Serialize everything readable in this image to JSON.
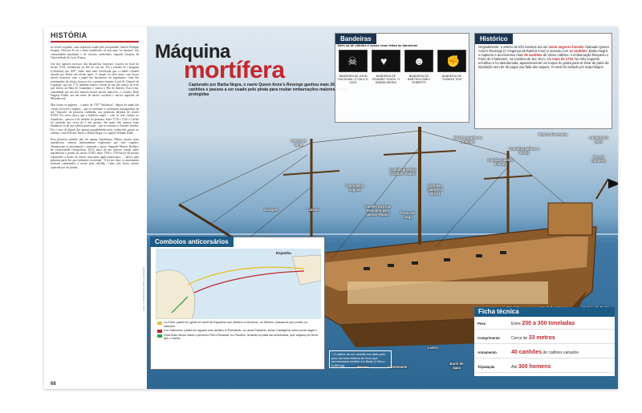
{
  "section": "HISTÓRIA",
  "page_number": "68",
  "side_credit": "texto: A. Sandra Maria Prado e ilustração",
  "column_paragraphs": [
    "no século seguinte, uma expressão usada pelo pesquisador francês Philippe Jacquin. Deixava de ser o mero banditismo no mar para \"se enraizar\" nas comunidades marítimas e de colonos caribenhos, segundo Jacquin, da Universidade de Lyon, França.",
    "Um dos maiores sucessos dos bucaneiros franceses ocorreu no final do século XVII, exatamente no fim de sua era. Foi a tomada de Cartagena (Colômbia) em 1697, então bem mais fortificada que a cidade colonial atacada por Drake um século antes. O ataque foi feito junto com forças navais francesas, mas o papel dos bucaneiros foi importante. Uma das testemunhas da vitória francesa foi o primeiro-tenente Louis de Chancel de Lagrange, que em 1711 também estaria a bordo de um dos navios da frota que entrou na Baía de Guanabara e tomou o Rio de Janeiro. Essa frota, comandada por um dos maiores heróis navais franceses, o corsário René Duguay-Trouin, era um misto de navios corsários e navios regulares da Marinha real.",
    "Mas foram os ingleses – a partir de 1707 \"britânicos\", depois da união das coroas escocesa e inglesa – que se tornaram os principais protagonistas da era \"dourada\" da pirataria caribenha, nas primeiras décadas do século XVIII. Foi nesse época que a bandeira negra – com os seus crânios ou esqueletos – passou a ser símbolo da pirataria. Entre 1716 e 1726, o Caribe foi assolado por cerca de 5 mil piratas, dos quais três quartos eram britânicos ou de sua colônia americana – que se tornaria os Estados Unidos. Foi o caso de alguns dos piratas popularmente mais conhecidos graças ao cinema, como Edward Teach, o Barba Negra, e o capitão William Kidd.",
    "Essa pirataria também não era apenas banditismo. Muitos piratas eram marinheiros comuns barbaramente explorados por seus capitães. Terminavam se amotinando e tomando o navio. Segundo Marcus Rediker, da Universidade Georgetown, EUA, autor de um clássico estudo sobre marinheiros e piratas no século XVIII, entre 1700 e 1750 houve 60 motins registrados a bordo de navios mercantes anglo-americanos – \"talvez uma pequena parte dos que realmente ocorreram\". A lei era clara: os amotinados estavam condenados à morte pela rebelião. Como não havia muitos optavam por ser piratas."
  ],
  "title_line1": "Máquina",
  "title_line2": "mortífera",
  "subtitle": "Capturado por Barba Negra, o navio Queen Anne's Revenge ganhou mais 26 canhões e passou a ser usado pelo pirata para roubar embarcações maiores e mais protegidas",
  "bandeiras": {
    "title": "Bandeiras",
    "subtitle": "Nem só de crânios e ossos eram feitas as bandeiras",
    "flags": [
      {
        "caption": "BANDEIRA DE JOHN RACKHAM, O CALICO JACK",
        "symbol": "☠"
      },
      {
        "caption": "BANDEIRA DE EDWARD TEACH, O BARBA NEGRA",
        "symbol": "♥"
      },
      {
        "caption": "BANDEIRA DE BARTHOLOMEU ROBERTS",
        "symbol": "☻"
      },
      {
        "caption": "BANDEIRA DE THOMAS TEW",
        "symbol": "✊"
      }
    ]
  },
  "historico": {
    "title": "Histórico",
    "parts": [
      {
        "t": "Originalmente, o veleiro de três mastros era um ",
        "hi": false
      },
      {
        "t": "navio negreiro francês",
        "hi": true
      },
      {
        "t": " chamado Queen Anne's Revenge (A Vingança da Rainha Anne) e armado com ",
        "hi": false
      },
      {
        "t": "14 canhões",
        "hi": true
      },
      {
        "t": ". Barba Negra o capturou e acrescentou mais ",
        "hi": false
      },
      {
        "t": "26 canhões",
        "hi": true
      },
      {
        "t": " de vários calibres. A embarcação bloqueou o Porto de Charleston, na Carolina do Sul, EUA, em ",
        "hi": false
      },
      {
        "t": "maio de 1718",
        "hi": true
      },
      {
        "t": ". No mês seguinte, encalhou e foi abandonada, aparentemente um truque do pirata para se livrar de parte da tripulação sem ter de pagar sua fatia dos saques. O navio foi achado por arqueólogos",
        "hi": false
      }
    ]
  },
  "combolos": {
    "title": "Combolos anticorsários",
    "map_label": "Espanha",
    "legend": [
      {
        "color": "#e8c12c",
        "text": "La Flota: partia em geral em abril da Espanha com destino a Veracruz, no México, passando por portos no caminho"
      },
      {
        "color": "#c0282d",
        "text": "Los Galeones: partia em agosto com destino a Portobello, no atual Panamá, tendo Cartagena como porto seguro"
      },
      {
        "color": "#3aa14a",
        "text": "Uma frota menor fazia o percurso Peru-Panamá, no Pacífico, levando a prata sul-americana, que viajava por terra até o Caribe"
      }
    ]
  },
  "calibre_note": "* O calibre de um canhão era dado pelo peso da bala esférica de ferro que arremessava medido em libras (1 libra = 0,454 kg)",
  "ship_labels": {
    "gurupes": "Gurupés",
    "latinas": "Latinas",
    "mastro_vante": "Mastro de vante",
    "canhao_original": "Canhoneira original",
    "castelo": "Castelo da proa, demolido para ganhar espaço",
    "porao": "Porão de carga",
    "canhao_giratorio": "Canhão giratório (calibre: 1 libra)",
    "canhoes_8": "Canhões (calibre: 8 libras)",
    "mastro_grande": "Mastro grande ou principal",
    "canhao_4": "*Canhão (calibre: 4 libras)",
    "canhao_6": "Canhão (calibre: 6 libras)",
    "mastro_mezena": "Mastro da mezena",
    "lanterna": "Lanterna da popa",
    "pau_bandeira": "Pau da bandeira",
    "paiol_polvora": "Paiol de pólvora",
    "paiol_armas": "Paiol de armas e depósito de rum",
    "cabine": "Cabine do Barba Negra",
    "ancora": "Âncora",
    "cabrestante": "Cabrestante",
    "lastro": "Lastro",
    "barril": "Barril de água",
    "paiol_municao": "Paiol de munição"
  },
  "ficha": {
    "title": "Ficha técnica",
    "rows": [
      {
        "k": "Peso",
        "pre": "Entre ",
        "hi": "200 a 300 toneladas",
        "post": ""
      },
      {
        "k": "Comprimento",
        "pre": "Cerca de ",
        "hi": "33 metros",
        "post": ""
      },
      {
        "k": "Armamento",
        "pre": "",
        "hi": "40 canhões",
        "post": " de calibres variados"
      },
      {
        "k": "Tripulação",
        "pre": "Até ",
        "hi": "300 homens",
        "post": ""
      }
    ]
  },
  "colors": {
    "accent": "#c0282d",
    "navy": "#1b3550",
    "ficha_head": "#1b5b86"
  }
}
